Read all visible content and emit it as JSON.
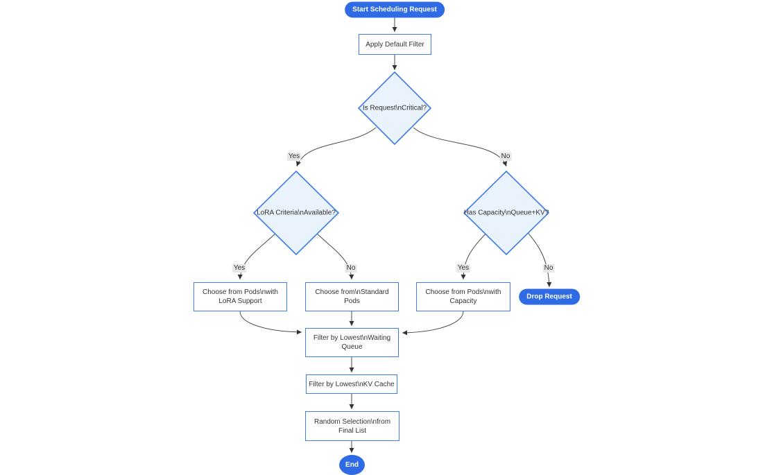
{
  "diagram": {
    "type": "flowchart",
    "direction": "top-down",
    "colors": {
      "accent_blue": "#2e6be4",
      "node_border": "#3d7bea",
      "diamond_fill": "#eaf2fc",
      "rect_fill": "#ffffff",
      "edge_line": "#4a4a4a",
      "edge_label_bg": "#e8e8e8",
      "text": "#333333",
      "pill_text": "#ffffff",
      "background": "#ffffff"
    },
    "nodes": {
      "start": {
        "label": "Start Scheduling Request",
        "shape": "stadium"
      },
      "apply_filter": {
        "label": "Apply Default Filter",
        "shape": "rect"
      },
      "is_critical": {
        "label": "Is Request\\nCritical?",
        "shape": "diamond"
      },
      "lora_criteria": {
        "label": "LoRA Criteria\\nAvailable?",
        "shape": "diamond"
      },
      "has_capacity": {
        "label": "Has Capacity\\nQueue+KV?",
        "shape": "diamond"
      },
      "choose_lora": {
        "label": "Choose from Pods\\nwith LoRA Support",
        "shape": "rect"
      },
      "choose_standard": {
        "label": "Choose from\\nStandard Pods",
        "shape": "rect"
      },
      "choose_capacity": {
        "label": "Choose from Pods\\nwith Capacity",
        "shape": "rect"
      },
      "drop_request": {
        "label": "Drop Request",
        "shape": "stadium"
      },
      "filter_queue": {
        "label": "Filter by Lowest\\nWaiting Queue",
        "shape": "rect"
      },
      "filter_kv": {
        "label": "Filter by Lowest\\nKV Cache",
        "shape": "rect"
      },
      "random_selection": {
        "label": "Random Selection\\nfrom Final List",
        "shape": "rect"
      },
      "end": {
        "label": "End",
        "shape": "circle"
      }
    },
    "edges": [
      {
        "from": "start",
        "to": "apply_filter",
        "label": ""
      },
      {
        "from": "apply_filter",
        "to": "is_critical",
        "label": ""
      },
      {
        "from": "is_critical",
        "to": "lora_criteria",
        "label": "Yes"
      },
      {
        "from": "is_critical",
        "to": "has_capacity",
        "label": "No"
      },
      {
        "from": "lora_criteria",
        "to": "choose_lora",
        "label": "Yes"
      },
      {
        "from": "lora_criteria",
        "to": "choose_standard",
        "label": "No"
      },
      {
        "from": "has_capacity",
        "to": "choose_capacity",
        "label": "Yes"
      },
      {
        "from": "has_capacity",
        "to": "drop_request",
        "label": "No"
      },
      {
        "from": "choose_lora",
        "to": "filter_queue",
        "label": ""
      },
      {
        "from": "choose_standard",
        "to": "filter_queue",
        "label": ""
      },
      {
        "from": "choose_capacity",
        "to": "filter_queue",
        "label": ""
      },
      {
        "from": "filter_queue",
        "to": "filter_kv",
        "label": ""
      },
      {
        "from": "filter_kv",
        "to": "random_selection",
        "label": ""
      },
      {
        "from": "random_selection",
        "to": "end",
        "label": ""
      }
    ]
  }
}
